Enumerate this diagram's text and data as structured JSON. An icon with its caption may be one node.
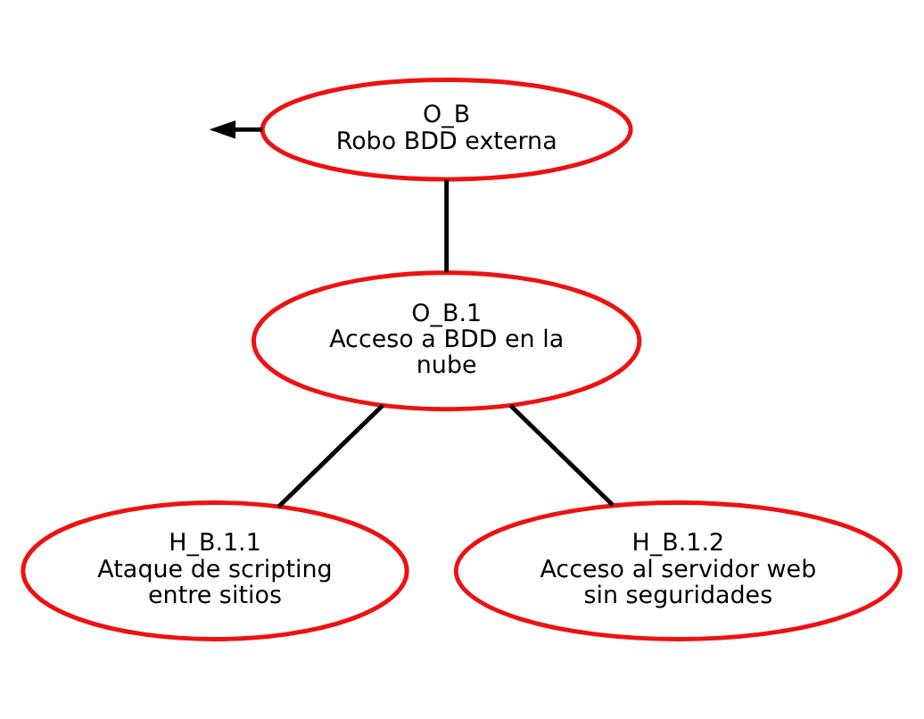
{
  "diagram": {
    "nodes": [
      {
        "text": [
          "O_B",
          "Robo BDD externa"
        ]
      },
      {
        "text": [
          "O_B.1",
          "Acceso a BDD en la nube"
        ]
      },
      {
        "text": [
          "H_B.1.1",
          "Ataque de scripting entre sitios"
        ]
      },
      {
        "text": [
          "H_B.1.2",
          "Acceso al servidor web sin seguridades"
        ]
      }
    ],
    "edges": [
      {
        "from": 0,
        "to": null,
        "arrow": "to"
      },
      {
        "from": 0,
        "to": 1,
        "arrow": "none"
      },
      {
        "from": 1,
        "to": 2,
        "arrow": "none"
      },
      {
        "from": 1,
        "to": 3,
        "arrow": "none"
      }
    ]
  }
}
